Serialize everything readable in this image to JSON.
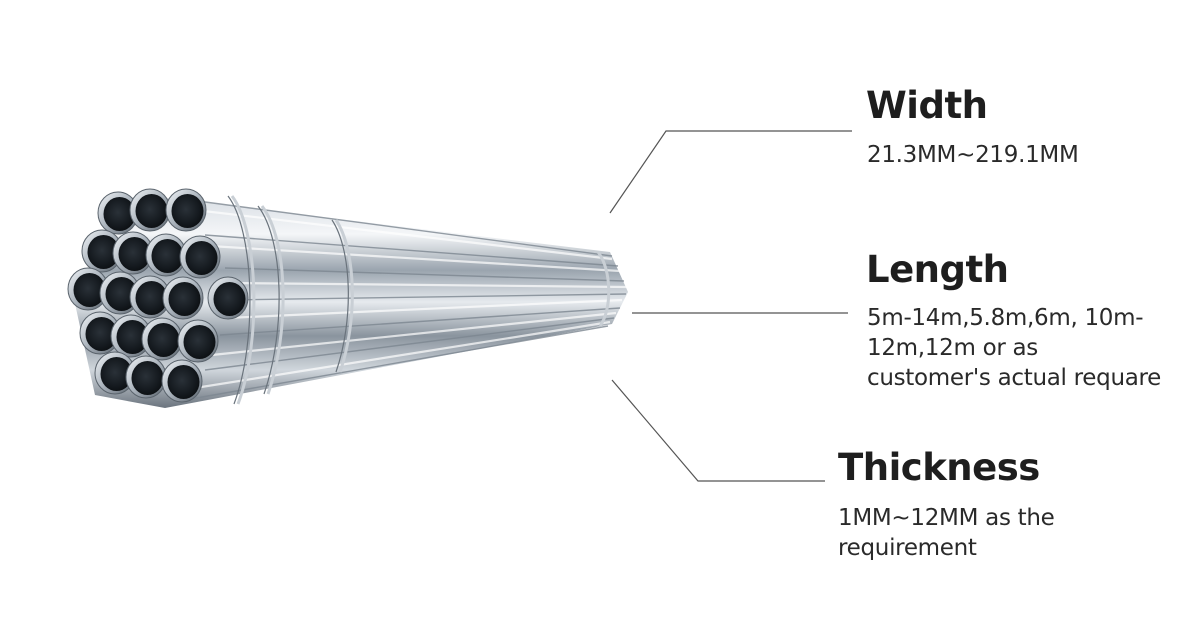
{
  "specs": {
    "width": {
      "title": "Width",
      "value": "21.3MM~219.1MM"
    },
    "length": {
      "title": "Length",
      "value": "5m-14m,5.8m,6m, 10m-12m,12m or as customer's actual requare"
    },
    "thickness": {
      "title": "Thickness",
      "value": "1MM~12MM as the requirement"
    }
  },
  "colors": {
    "heading": "#1e1e1e",
    "body_text": "#2a2a2a",
    "leader_line": "#555555",
    "pipe_highlight": "#eef2f6",
    "pipe_mid": "#a9b3be",
    "pipe_shadow": "#5c6670",
    "pipe_hole": "#0e1216"
  }
}
